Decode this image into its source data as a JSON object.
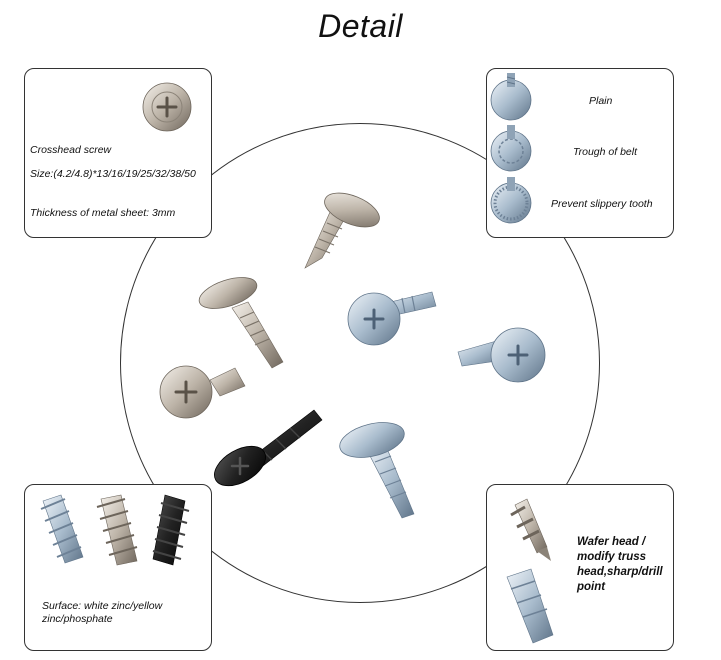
{
  "title": "Detail",
  "crosshead": {
    "name": "Crosshead screw",
    "size": "Size:(4.2/4.8)*13/16/19/25/32/38/50",
    "thickness": "Thickness of metal sheet: 3mm"
  },
  "types": {
    "items": [
      {
        "label": "Plain",
        "icon": "plain-washer-head-icon"
      },
      {
        "label": "Trough of belt",
        "icon": "ribbed-washer-head-icon"
      },
      {
        "label": "Prevent slippery tooth",
        "icon": "serrated-washer-head-icon"
      }
    ]
  },
  "surface": {
    "text": "Surface: white zinc/yellow zinc/phosphate"
  },
  "head": {
    "text": "Wafer head / modify truss head,sharp/drill point"
  },
  "colors": {
    "border": "#333333",
    "zinc": "#b9c8d6",
    "nickel": "#c9c2b8",
    "black": "#1c1c1c"
  }
}
